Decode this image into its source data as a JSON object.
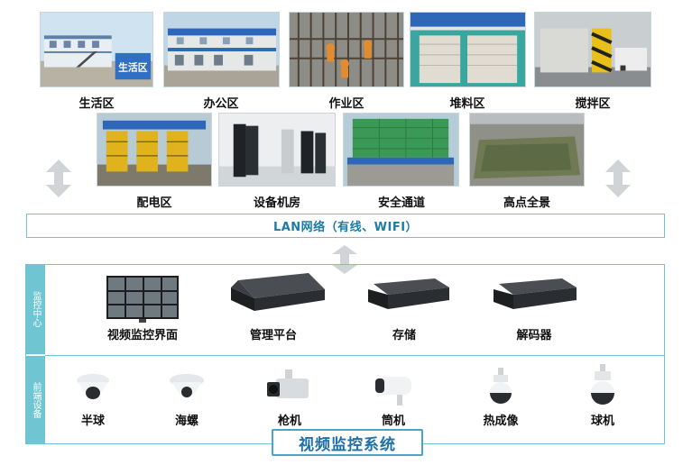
{
  "zones_top": [
    {
      "label": "生活区",
      "sign": "生活区"
    },
    {
      "label": "办公区"
    },
    {
      "label": "作业区"
    },
    {
      "label": "堆料区"
    },
    {
      "label": "搅拌区"
    }
  ],
  "zones_mid": [
    {
      "label": "配电区"
    },
    {
      "label": "设备机房"
    },
    {
      "label": "安全通道"
    },
    {
      "label": "高点全景"
    }
  ],
  "network": {
    "label": "LAN网络（有线、WIFI）"
  },
  "monitor_center": {
    "section_label": "监控中心",
    "items": [
      {
        "label": "视频监控界面"
      },
      {
        "label": "管理平台"
      },
      {
        "label": "存储"
      },
      {
        "label": "解码器"
      }
    ]
  },
  "front_devices": {
    "section_label": "前端设备",
    "items": [
      {
        "label": "半球"
      },
      {
        "label": "海螺"
      },
      {
        "label": "枪机"
      },
      {
        "label": "筒机"
      },
      {
        "label": "热成像"
      },
      {
        "label": "球机"
      }
    ]
  },
  "system_title": "视频监控系统",
  "colors": {
    "accent": "#6fc5d2",
    "title_blue": "#1f6fa8",
    "sky": "#9cc7e6",
    "site_blue": "#2f78c4"
  }
}
